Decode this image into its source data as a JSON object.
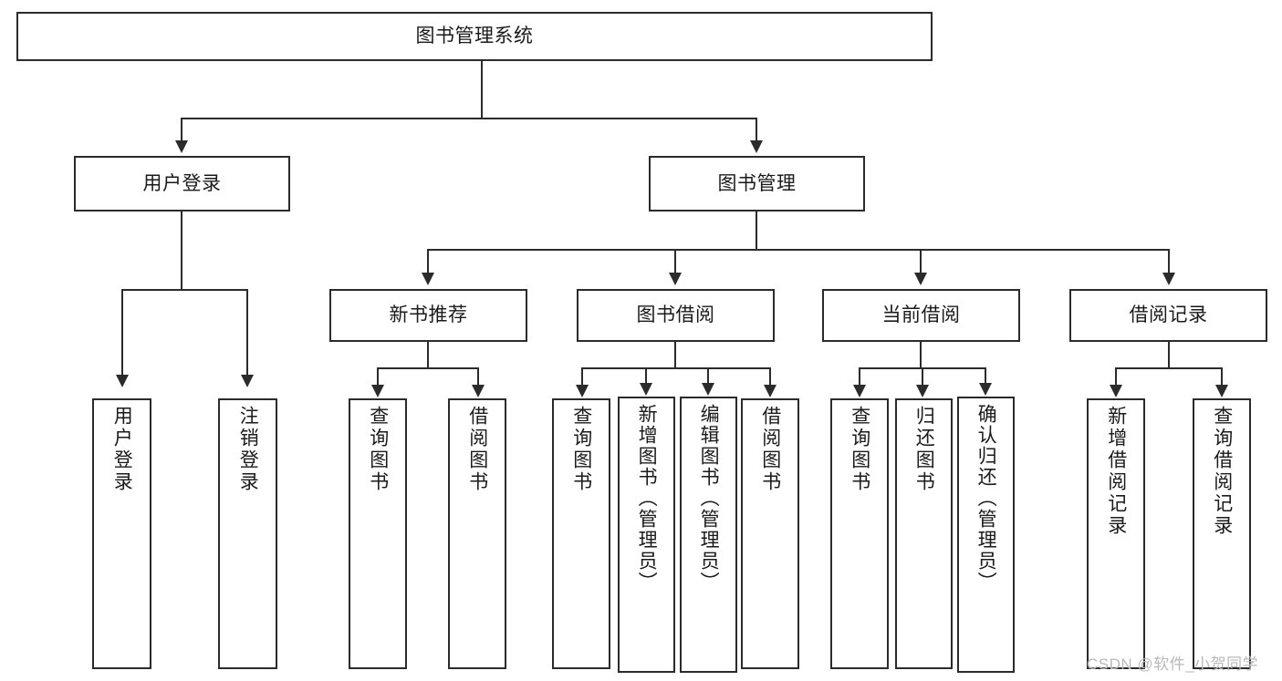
{
  "diagram": {
    "title": "图书管理系统",
    "type": "tree-hierarchy",
    "root": {
      "id": "root",
      "label": "图书管理系统"
    },
    "level2": [
      {
        "id": "user-login",
        "label": "用户登录"
      },
      {
        "id": "book-management",
        "label": "图书管理"
      }
    ],
    "level3": [
      {
        "id": "new-book-recommend",
        "label": "新书推荐"
      },
      {
        "id": "book-borrow",
        "label": "图书借阅"
      },
      {
        "id": "current-borrow",
        "label": "当前借阅"
      },
      {
        "id": "borrow-record",
        "label": "借阅记录"
      }
    ],
    "leaves": [
      {
        "id": "leaf-user-login",
        "label": "用户登录",
        "parent": "user-login"
      },
      {
        "id": "leaf-logout-login",
        "label": "注销登录",
        "parent": "user-login"
      },
      {
        "id": "leaf-query-book-1",
        "label": "查询图书",
        "parent": "new-book-recommend"
      },
      {
        "id": "leaf-borrow-book-1",
        "label": "借阅图书",
        "parent": "new-book-recommend"
      },
      {
        "id": "leaf-query-book-2",
        "label": "查询图书",
        "parent": "book-borrow"
      },
      {
        "id": "leaf-add-book",
        "label": "新增图书（管理员）",
        "parent": "book-borrow"
      },
      {
        "id": "leaf-edit-book",
        "label": "编辑图书（管理员）",
        "parent": "book-borrow"
      },
      {
        "id": "leaf-borrow-book-2",
        "label": "借阅图书",
        "parent": "book-borrow"
      },
      {
        "id": "leaf-query-book-3",
        "label": "查询图书",
        "parent": "current-borrow"
      },
      {
        "id": "leaf-return-book",
        "label": "归还图书",
        "parent": "current-borrow"
      },
      {
        "id": "leaf-confirm-return",
        "label": "确认归还（管理员）",
        "parent": "current-borrow"
      },
      {
        "id": "leaf-add-record",
        "label": "新增借阅记录",
        "parent": "borrow-record"
      },
      {
        "id": "leaf-query-record",
        "label": "查询借阅记录",
        "parent": "borrow-record"
      }
    ],
    "watermark": "CSDN @软件_小贺同学",
    "colors": {
      "stroke": "#2b2b2b",
      "fill": "#ffffff",
      "text": "#1a1a1a",
      "watermark": "#b9b9b9"
    }
  }
}
